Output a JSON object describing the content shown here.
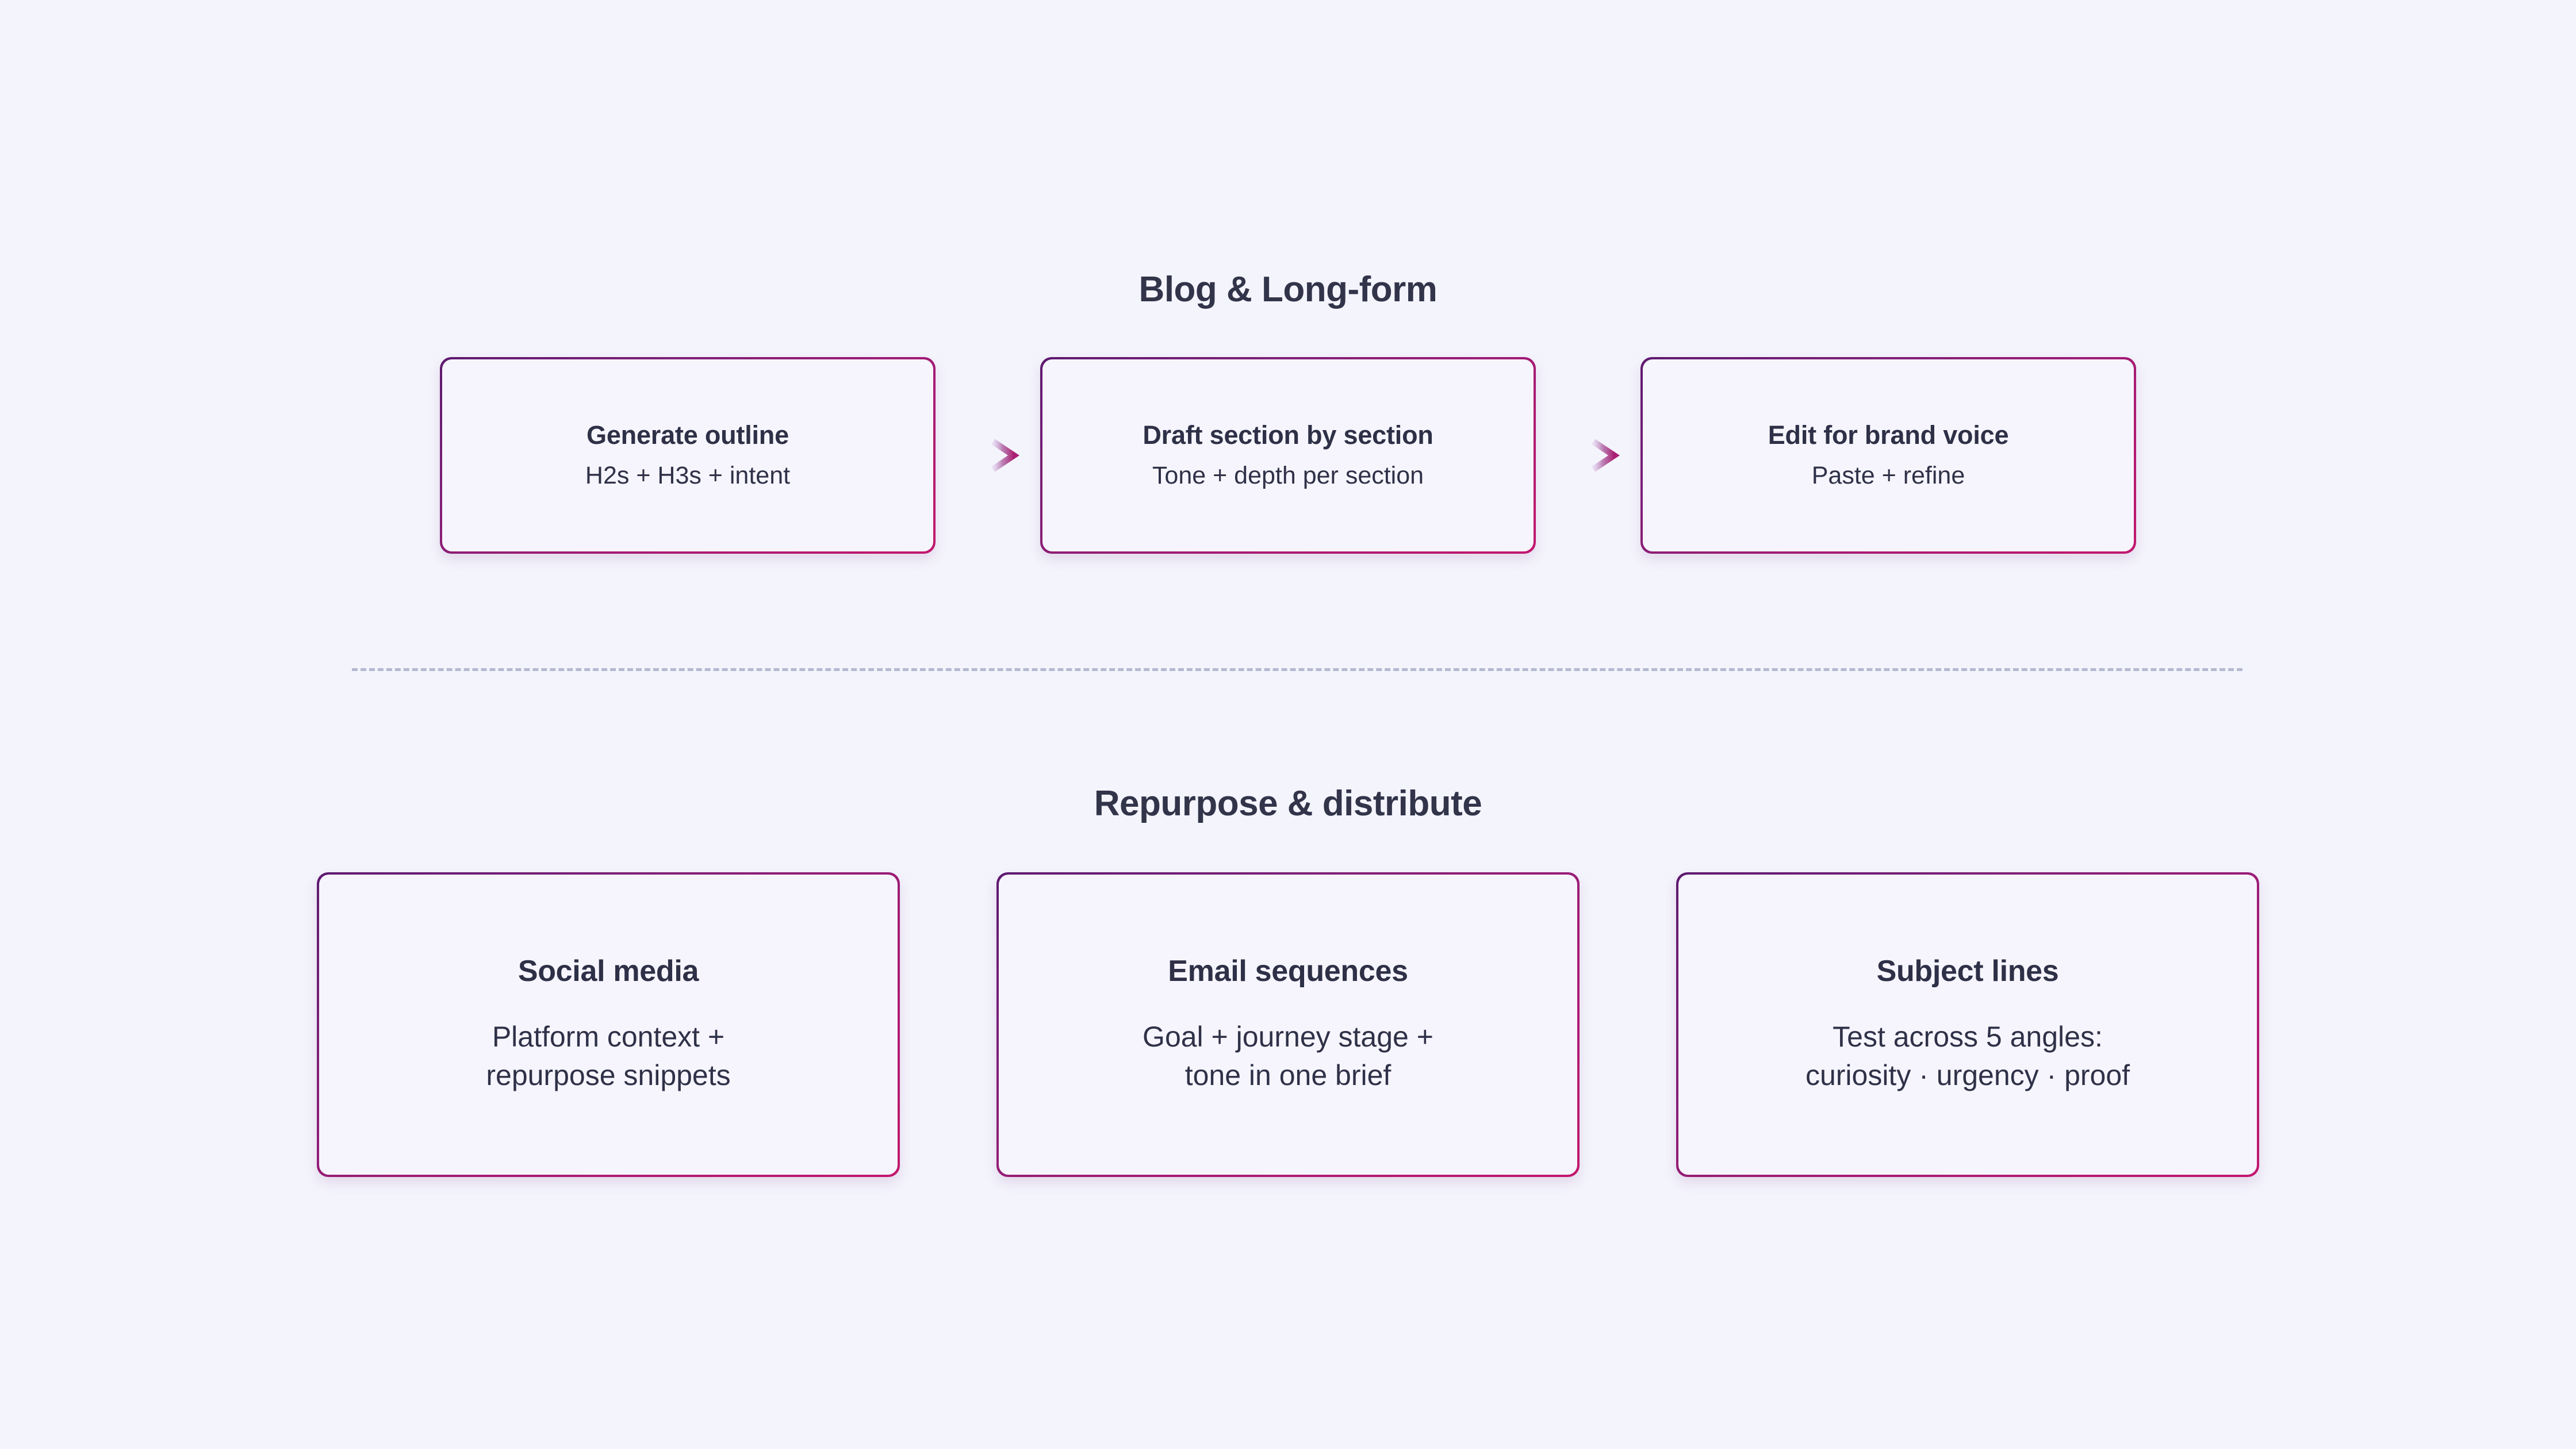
{
  "background_color": "#f4f4fd",
  "accent": {
    "border_purple": "#5d1a6e",
    "border_magenta": "#c2186f",
    "text_dark": "#2e3047",
    "divider": "#9ca3bd"
  },
  "sections": [
    {
      "heading": "Blog & Long-form",
      "cards": [
        {
          "title": "Generate outline",
          "subtitle": "H2s + H3s + intent"
        },
        {
          "title": "Draft section by section",
          "subtitle": "Tone + depth per section"
        },
        {
          "title": "Edit for brand voice",
          "subtitle": "Paste + refine"
        }
      ],
      "connectors": [
        "arrow-right-icon",
        "arrow-right-icon"
      ]
    },
    {
      "heading": "Repurpose & distribute",
      "cards": [
        {
          "title": "Social media",
          "subtitle_line1": "Platform context +",
          "subtitle_line2": "repurpose snippets"
        },
        {
          "title": "Email sequences",
          "subtitle_line1": "Goal + journey stage +",
          "subtitle_line2": "tone in one brief"
        },
        {
          "title": "Subject lines",
          "subtitle_line1": "Test across 5 angles:",
          "subtitle_line2": "curiosity · urgency · proof"
        }
      ]
    }
  ],
  "divider": {
    "style": "dashed"
  }
}
